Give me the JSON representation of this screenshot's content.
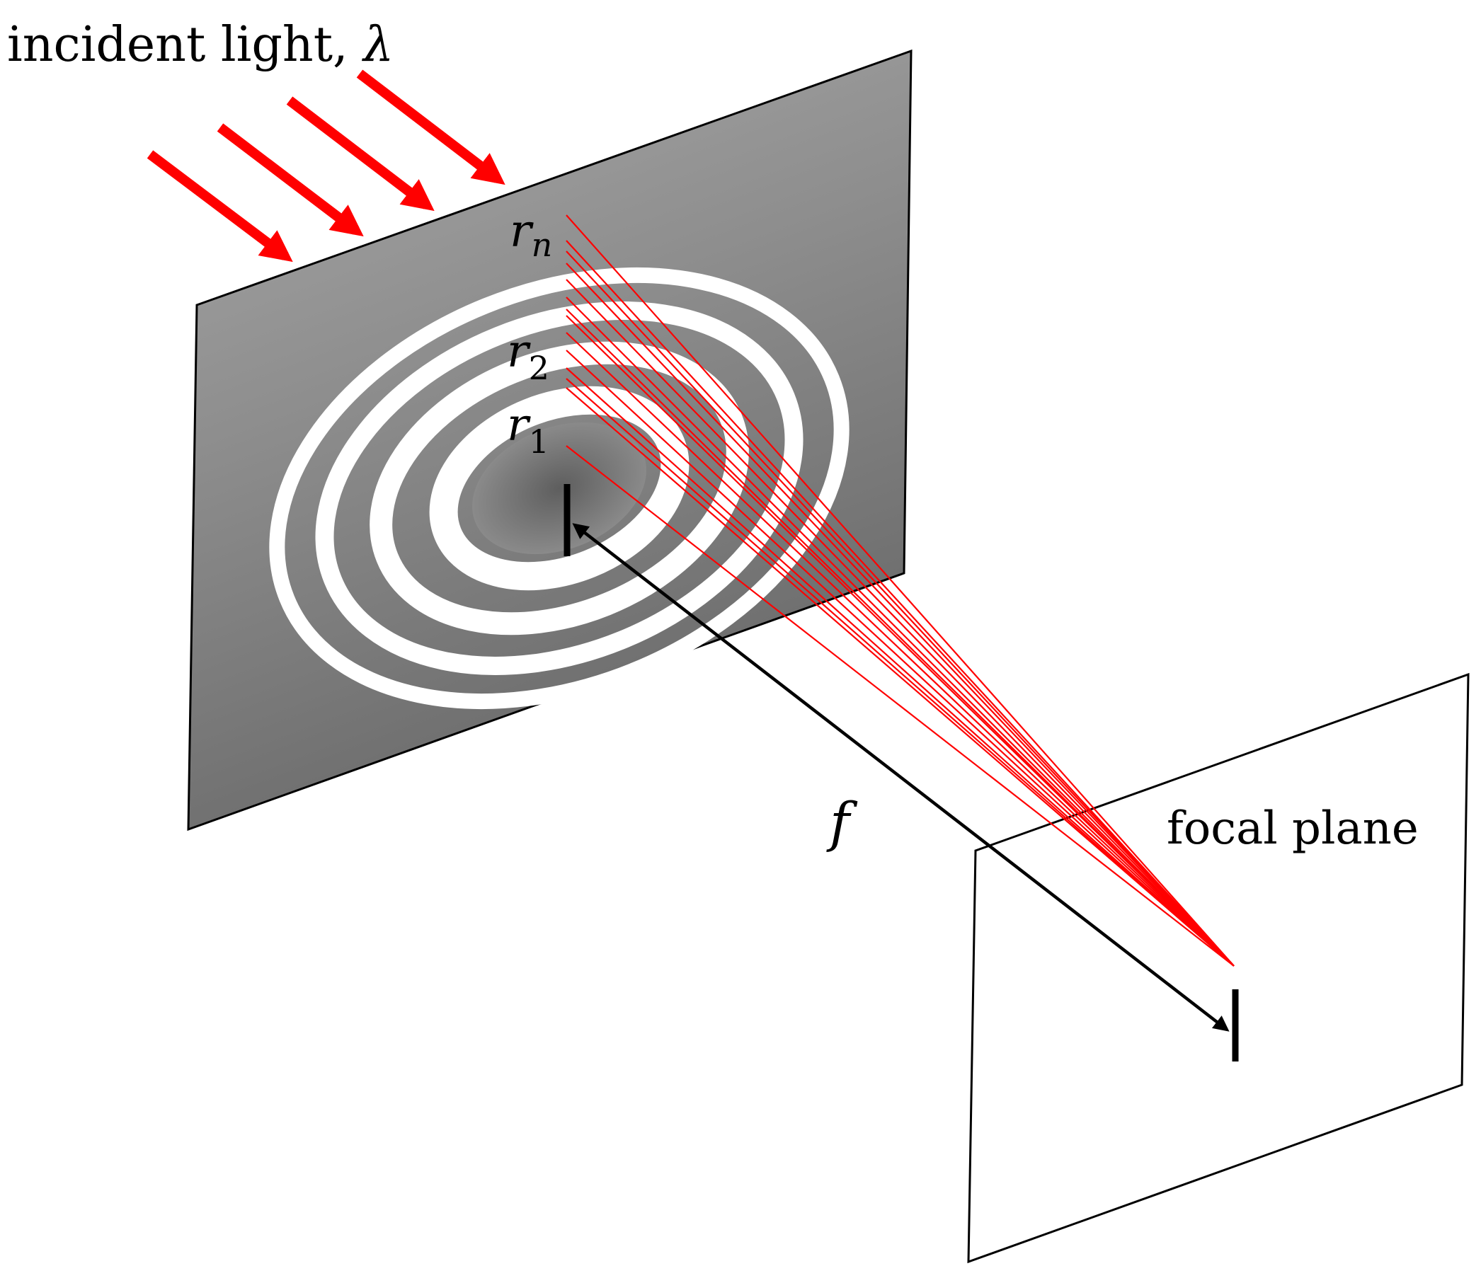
{
  "labels": {
    "incident_light": "incident light, ",
    "lambda": "λ",
    "focal_length": "f",
    "focal_plane": "focal plane",
    "r_n_base": "r",
    "r_n_sub": "n",
    "r_2_base": "r",
    "r_2_sub": "2",
    "r_1_base": "r",
    "r_1_sub": "1"
  },
  "colors": {
    "ray": "#ff0000",
    "arrow": "#000000",
    "plate_light": "#a8a8a8",
    "plate_dark": "#6a6a6a",
    "zone_open": "#ffffff"
  },
  "zone_plate": {
    "open_zone_count": 4,
    "ray_count": 14
  }
}
